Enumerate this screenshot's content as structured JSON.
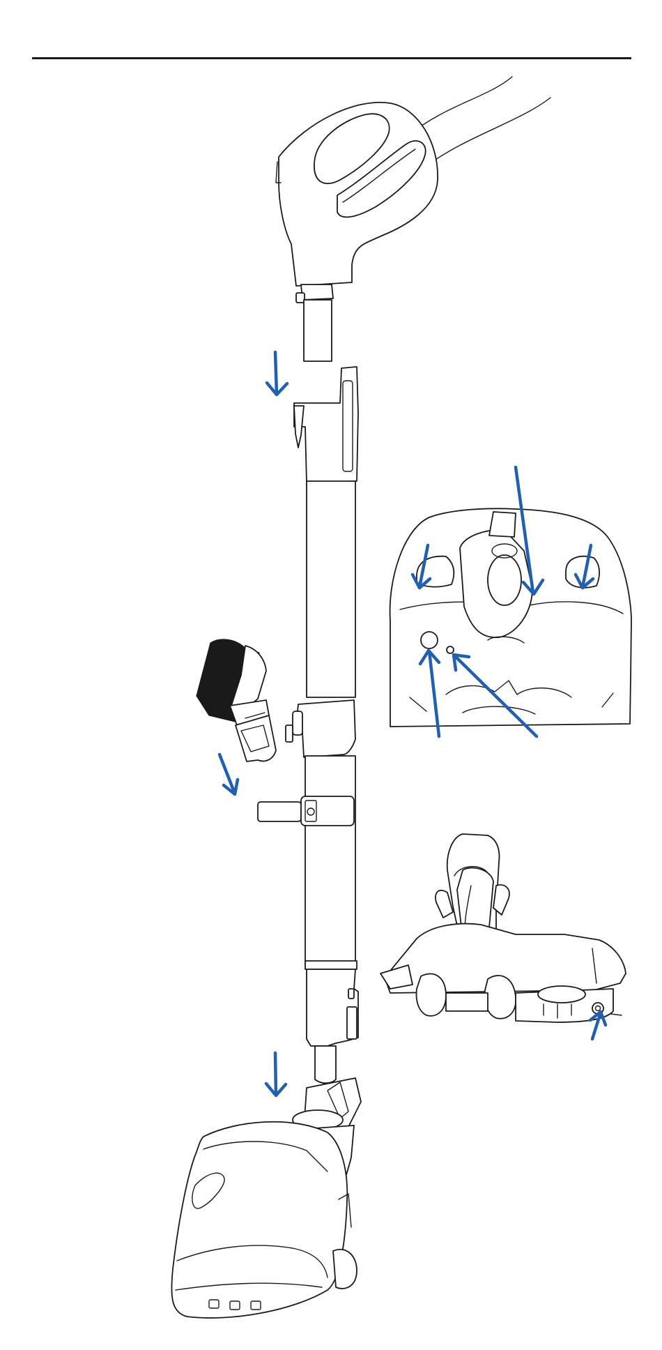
{
  "colors": {
    "arrow": "#2160b0",
    "line": "#1a1a1a",
    "background": "#ffffff"
  },
  "figure": {
    "parts": [
      "hose-handle",
      "hose",
      "wand",
      "wand-release-button",
      "wand-clip",
      "dusting-brush-tool",
      "power-nozzle",
      "power-nozzle-front-view",
      "power-nozzle-rear-view"
    ],
    "arrows": [
      {
        "id": "arrow-handle-to-wand",
        "kind": "down"
      },
      {
        "id": "arrow-brush-to-clip",
        "kind": "down-right"
      },
      {
        "id": "arrow-wand-to-nozzle",
        "kind": "down"
      },
      {
        "id": "arrow-front-left-pedal",
        "kind": "down"
      },
      {
        "id": "arrow-front-center-neck",
        "kind": "down"
      },
      {
        "id": "arrow-front-right-pedal",
        "kind": "down"
      },
      {
        "id": "arrow-front-light-large",
        "kind": "up"
      },
      {
        "id": "arrow-front-light-small",
        "kind": "up"
      },
      {
        "id": "arrow-rear-reset",
        "kind": "up"
      }
    ]
  }
}
